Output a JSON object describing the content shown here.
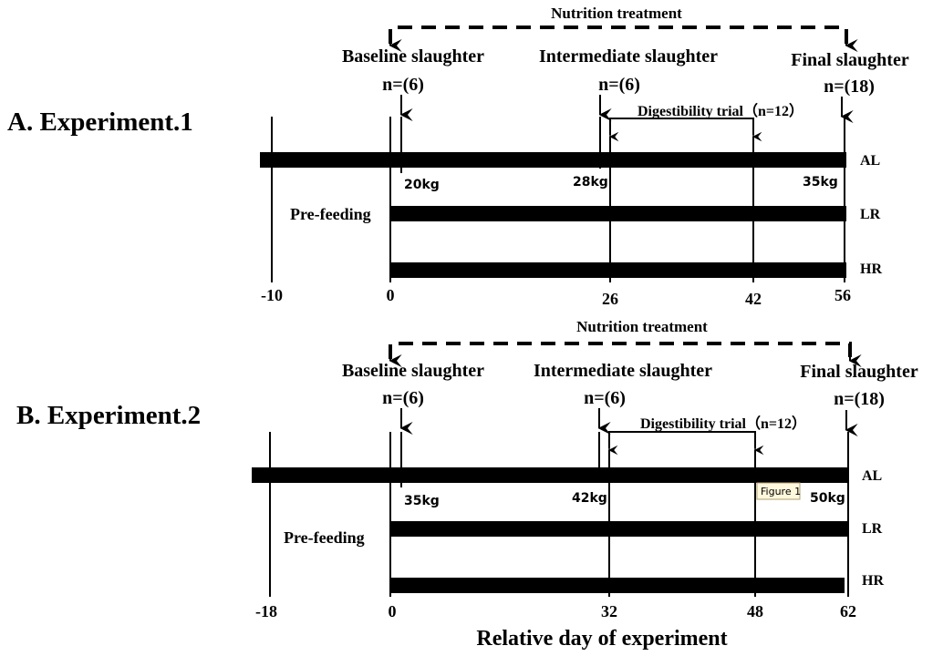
{
  "experiments": [
    {
      "title": "A. Experiment.1",
      "treatment_label": "Nutrition treatment",
      "baseline": {
        "label": "Baseline slaughter",
        "n": "n=(6)",
        "weight": "20kg"
      },
      "intermediate": {
        "label": "Intermediate slaughter",
        "n": "n=(6)",
        "weight": "28kg"
      },
      "final": {
        "label": "Final slaughter",
        "n": "n=(18)",
        "weight": "35kg"
      },
      "digestibility_label": "Digestibility trial（n=12）",
      "prefeeding_label": "Pre-feeding",
      "groups": [
        "AL",
        "LR",
        "HR"
      ],
      "ticks": [
        "-10",
        "0",
        "26",
        "42",
        "56"
      ]
    },
    {
      "title": "B. Experiment.2",
      "treatment_label": "Nutrition treatment",
      "baseline": {
        "label": "Baseline slaughter",
        "n": "n=(6)",
        "weight": "35kg"
      },
      "intermediate": {
        "label": "Intermediate slaughter",
        "n": "n=(6)",
        "weight": "42kg"
      },
      "final": {
        "label": "Final slaughter",
        "n": "n=(18)",
        "weight": "50kg"
      },
      "digestibility_label": "Digestibility trial（n=12）",
      "prefeeding_label": "Pre-feeding",
      "groups": [
        "AL",
        "LR",
        "HR"
      ],
      "ticks": [
        "-18",
        "0",
        "32",
        "48",
        "62"
      ]
    }
  ],
  "xaxis_label": "Relative day of experiment",
  "tooltip": "Figure 1"
}
